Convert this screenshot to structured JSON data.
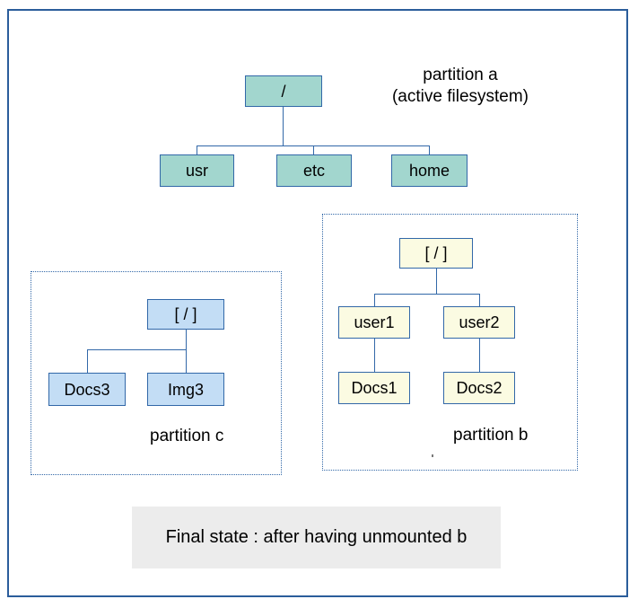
{
  "diagram": {
    "title_caption": "Final state : after having unmounted b",
    "colors": {
      "frame_border": "#2b5d9b",
      "node_border": "#3268a8",
      "partition_a_fill": "#a2d6ce",
      "partition_b_fill": "#fbfbe2",
      "partition_c_fill": "#c3ddf5",
      "caption_background": "#ececec",
      "text": "#000000"
    }
  },
  "partition_a": {
    "label_line1": "partition a",
    "label_line2": "(active filesystem)",
    "nodes": {
      "root": "/",
      "child1": "usr",
      "child2": "etc",
      "child3": "home"
    }
  },
  "partition_b": {
    "label": "partition b",
    "nodes": {
      "root": "[ / ]",
      "user1": "user1",
      "user2": "user2",
      "docs1": "Docs1",
      "docs2": "Docs2"
    }
  },
  "partition_c": {
    "label": "partition c",
    "nodes": {
      "root": "[ / ]",
      "docs3": "Docs3",
      "img3": "Img3"
    }
  }
}
